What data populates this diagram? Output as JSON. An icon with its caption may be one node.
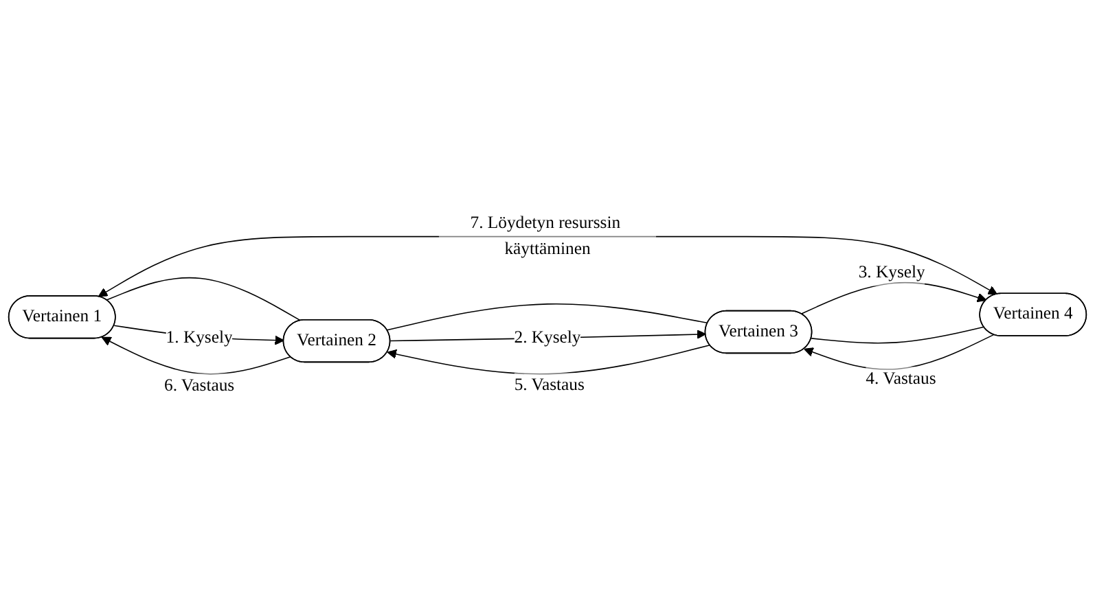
{
  "diagram": {
    "nodes": [
      {
        "text": [
          "Vertainen 1"
        ]
      },
      {
        "text": [
          "Vertainen 2"
        ]
      },
      {
        "text": [
          "Vertainen 4"
        ]
      },
      {
        "text": [
          "Vertainen 3"
        ]
      }
    ],
    "edges": [
      {
        "from": 0,
        "to": 1,
        "arrow": "none"
      },
      {
        "from": 0,
        "to": 1,
        "arrow": "to",
        "label": "1. Kysely"
      },
      {
        "from": 1,
        "to": 0,
        "arrow": "to",
        "label": "6. Vastaus"
      },
      {
        "from": 1,
        "to": 3,
        "arrow": "none"
      },
      {
        "from": 3,
        "to": 1,
        "arrow": "to",
        "label": "5. Vastaus"
      },
      {
        "from": 1,
        "to": 3,
        "arrow": "to",
        "label": "2. Kysely"
      },
      {
        "from": 0,
        "to": 2,
        "arrow": "both",
        "label": "7. Löydetyn resurssin käyttäminen"
      },
      {
        "from": 2,
        "to": 3,
        "arrow": "none"
      },
      {
        "from": 2,
        "to": 3,
        "arrow": "to",
        "label": "4. Vastaus"
      },
      {
        "from": 3,
        "to": 2,
        "arrow": "to",
        "label": "3. Kysely"
      }
    ]
  }
}
